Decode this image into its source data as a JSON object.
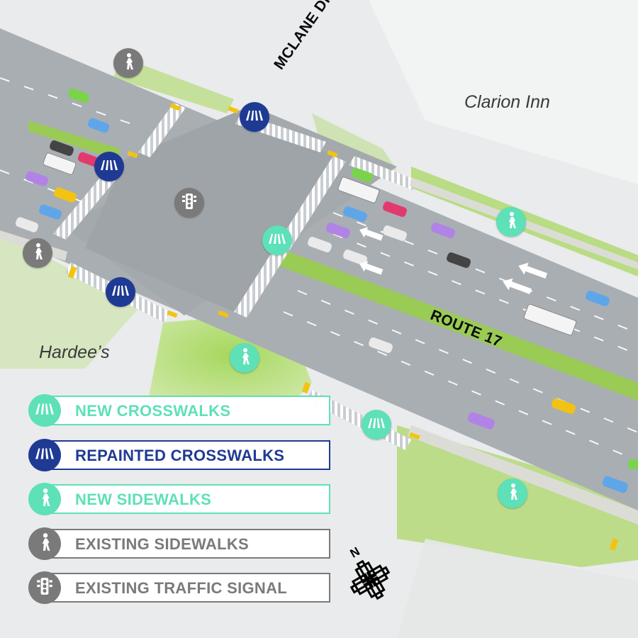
{
  "map": {
    "places": {
      "clarion_inn": "Clarion Inn",
      "hardees": "Hardee’s"
    },
    "streets": {
      "mclane": "MCLANE DR",
      "route17": "ROUTE 17"
    },
    "compass_letter": "N"
  },
  "legend": [
    {
      "key": "new_crosswalks",
      "label": "NEW CROSSWALKS",
      "icon": "crosswalk-icon",
      "color": "#5ee0b8",
      "text_color": "#5ee0b8"
    },
    {
      "key": "repainted_crosswalks",
      "label": "REPAINTED CROSSWALKS",
      "icon": "crosswalk-icon",
      "color": "#1f3a93",
      "text_color": "#1f3a93"
    },
    {
      "key": "new_sidewalks",
      "label": "NEW SIDEWALKS",
      "icon": "pedestrian-icon",
      "color": "#5ee0b8",
      "text_color": "#5ee0b8"
    },
    {
      "key": "existing_sidewalks",
      "label": "EXISTING SIDEWALKS",
      "icon": "pedestrian-icon",
      "color": "#7a7a7a",
      "text_color": "#7a7a7a"
    },
    {
      "key": "existing_traffic_signal",
      "label": "EXISTING TRAFFIC SIGNAL",
      "icon": "traffic-signal-icon",
      "color": "#7a7a7a",
      "text_color": "#7a7a7a"
    }
  ],
  "colors": {
    "new": "#5ee0b8",
    "repainted": "#1f3a93",
    "existing": "#7a7a7a",
    "grass": "#9acd55",
    "road": "#a8aeb4"
  }
}
